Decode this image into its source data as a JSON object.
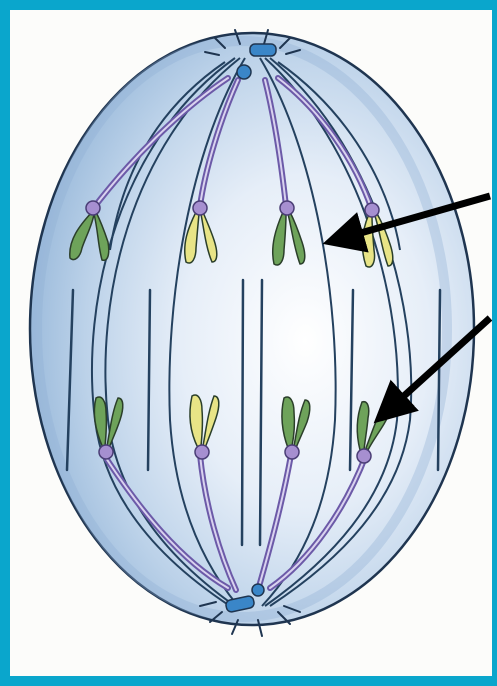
{
  "figure": {
    "kind": "anaphase-cell-illustration",
    "icon": "mitotic-spindle",
    "colors": {
      "frame": "#0aa6cc",
      "background": "#fcfcfa",
      "cell_fill": "#aec8e3",
      "cell_edge": "#1f3550",
      "spindle_fiber": "#24415f",
      "kinetochore_fiber": "#6c5aa8",
      "centromere": "#a68fd0",
      "chromatid_green": "#6ea35a",
      "chromatid_yellow": "#e8e486",
      "centriole": "#3a86c8",
      "arrow": "#000000"
    },
    "chromosomes_top": [
      "green",
      "yellow",
      "green",
      "yellow"
    ],
    "chromosomes_bottom": [
      "green",
      "yellow",
      "green",
      "green"
    ],
    "pointer_arrows": 2
  }
}
